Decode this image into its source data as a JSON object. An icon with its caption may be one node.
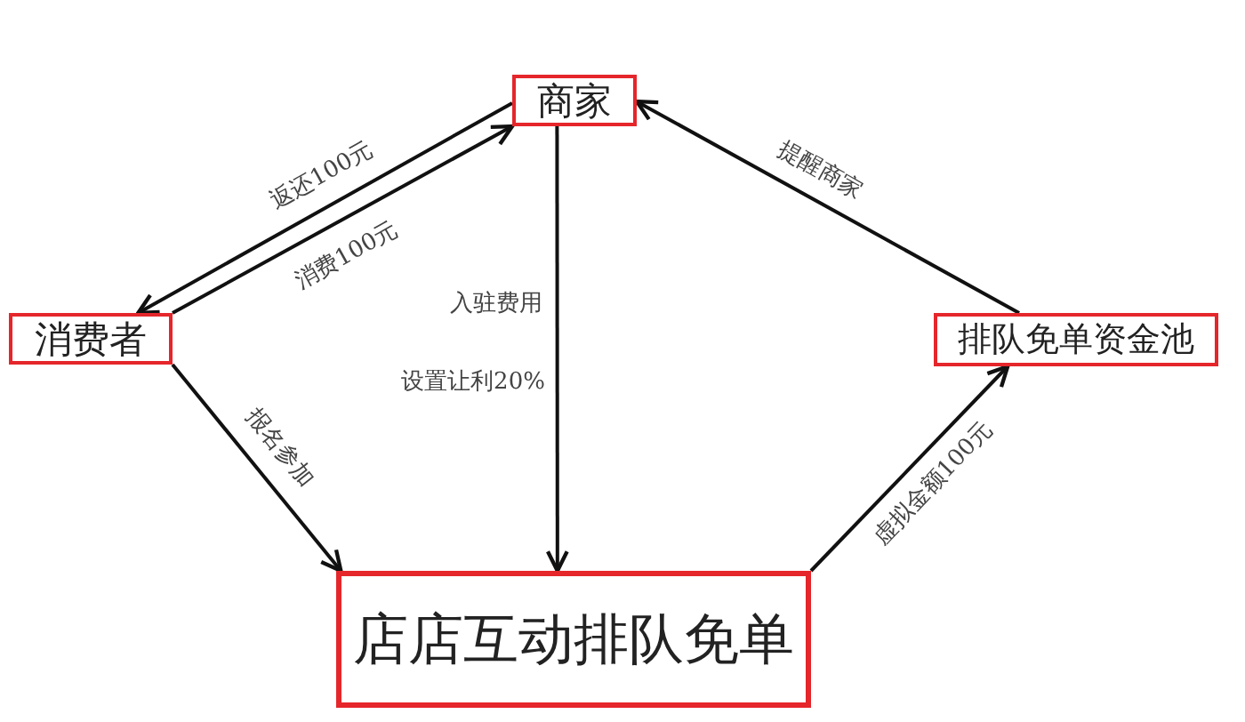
{
  "diagram": {
    "nodes": [
      {
        "text": [
          "商家"
        ]
      },
      {
        "text": [
          "消费者"
        ]
      },
      {
        "text": [
          "排队免单资金池"
        ]
      },
      {
        "text": [
          "店店互动排队免单"
        ]
      }
    ],
    "edges": [
      {
        "from": 0,
        "to": 1,
        "arrow": "to",
        "label": "返还100元"
      },
      {
        "from": 1,
        "to": 0,
        "arrow": "to",
        "label": "消费100元"
      },
      {
        "from": 0,
        "to": 3,
        "arrow": "to",
        "label": "入驻费用"
      },
      {
        "from": 1,
        "to": 3,
        "arrow": "to",
        "label": "报名参加"
      },
      {
        "from": 3,
        "to": 2,
        "arrow": "to",
        "label": "虚拟金额100元"
      },
      {
        "from": 2,
        "to": 0,
        "arrow": "to",
        "label": "提醒商家"
      }
    ],
    "labels": [
      "设置让利20%"
    ]
  }
}
